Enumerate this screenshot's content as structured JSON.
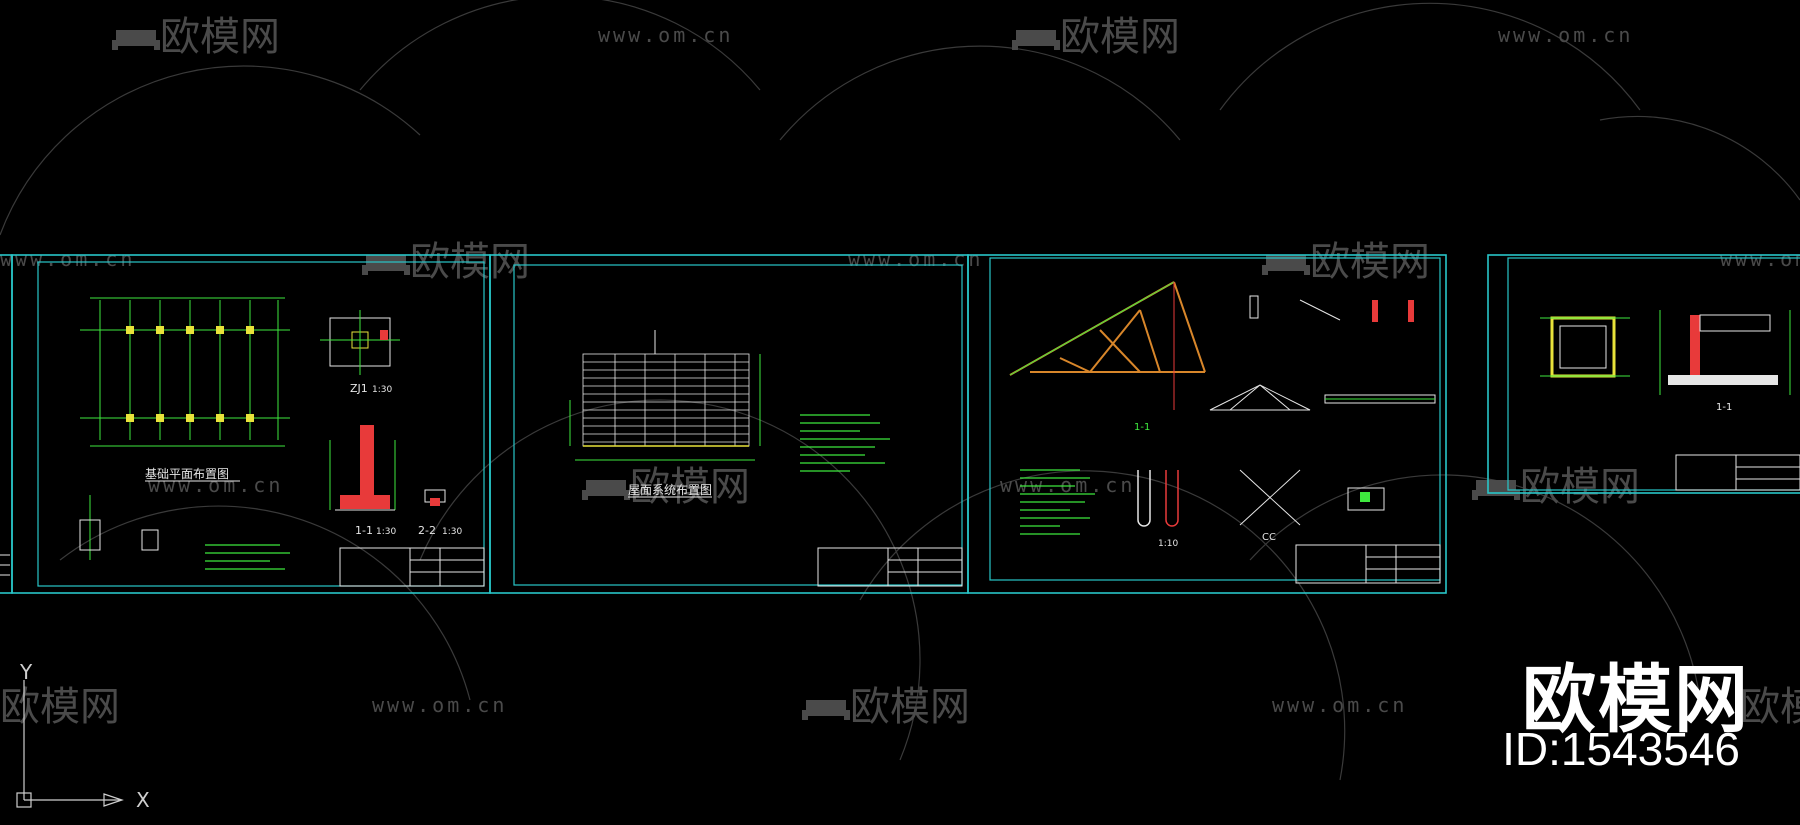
{
  "watermark": {
    "brand": "欧模网",
    "url": "www.om.cn"
  },
  "overlay": {
    "brand": "欧模网",
    "id_label": "ID:1543546"
  },
  "ucs": {
    "x_label": "X",
    "y_label": "Y"
  },
  "sheets": [
    {
      "captions": [
        "基础平面布置图",
        "ZJ1",
        "1:30",
        "1-1",
        "1:30",
        "2-2",
        "1:30"
      ]
    },
    {
      "captions": [
        "屋面系统布置图"
      ]
    },
    {
      "captions": [
        "1-1",
        "1:10",
        "CC"
      ]
    },
    {
      "captions": [
        "1-1"
      ]
    }
  ],
  "colors": {
    "frame": "#29c6c9",
    "background": "#000000",
    "drawing_green": "#3ee83e",
    "drawing_yellow": "#e8e23a",
    "drawing_red": "#e83a3a",
    "drawing_orange": "#d8862a",
    "drawing_white": "#e6e6e6",
    "watermark": "#4a4a4a"
  }
}
